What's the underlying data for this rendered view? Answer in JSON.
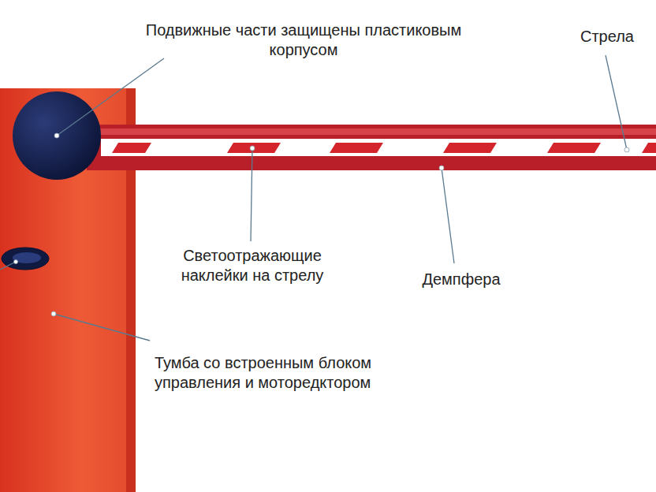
{
  "diagram": {
    "labels": [
      "Подвижные части защищены пластиковым корпусом",
      "Стрела",
      "Светоотражающие наклейки на стрелу",
      "Демпфера",
      "Тумба со встроенным блоком управления и моторедктором"
    ]
  }
}
